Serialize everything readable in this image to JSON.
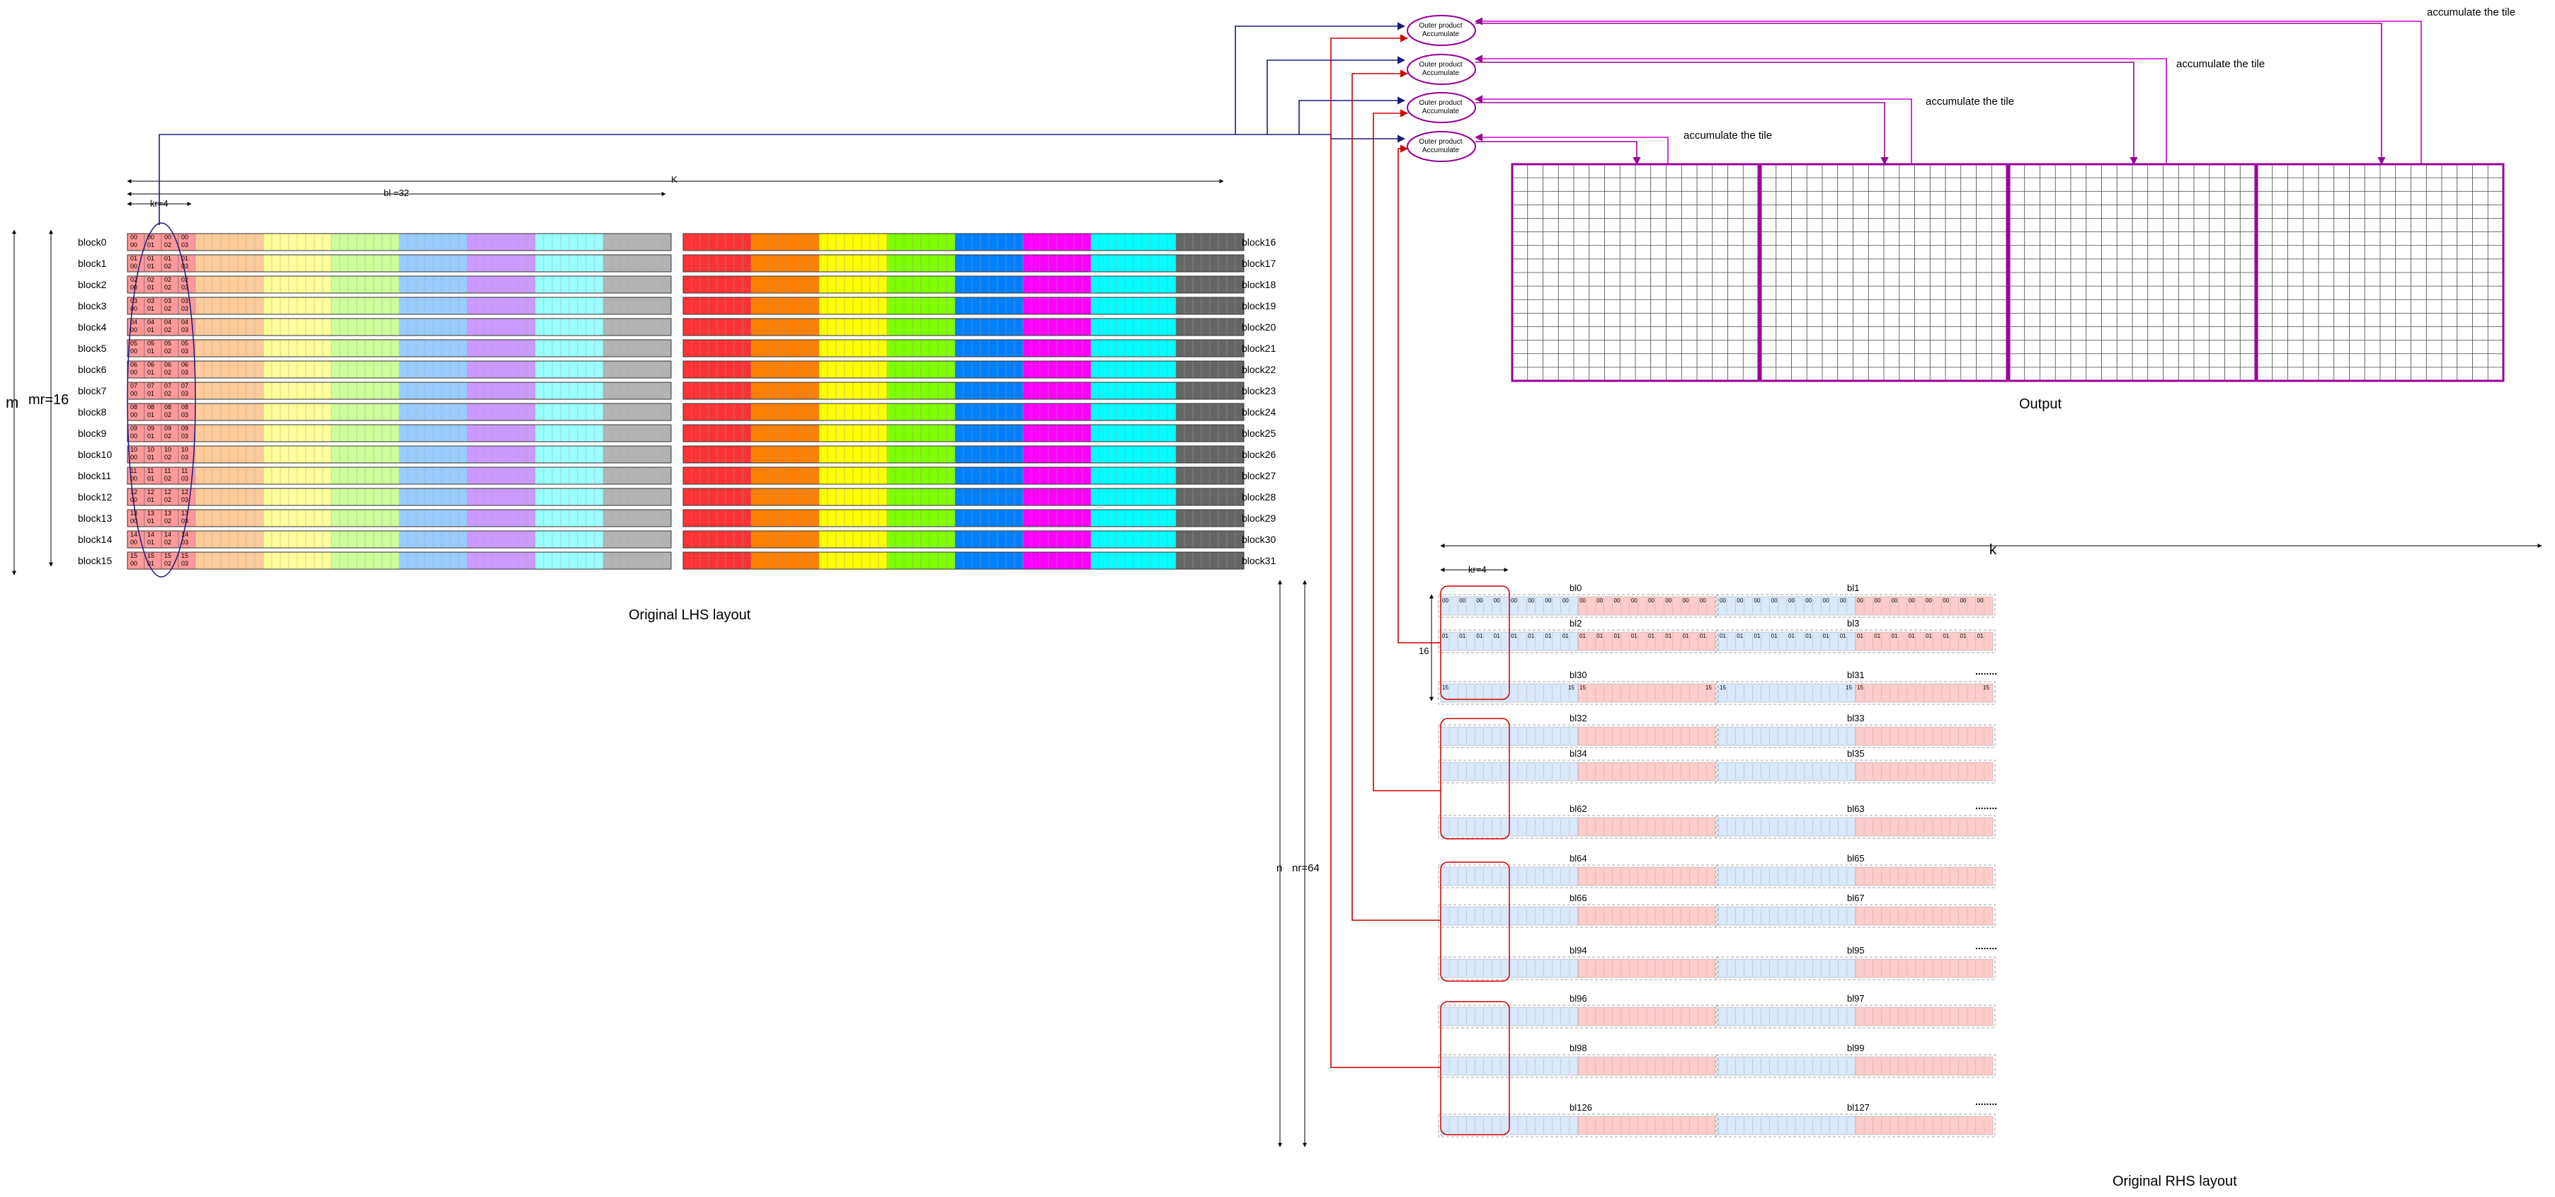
{
  "lhs": {
    "caption": "Original LHS layout",
    "m_label": "m",
    "mr_label": "mr=16",
    "k_label": "K",
    "bl_label": "bl =32",
    "kr_label": "kr=4",
    "left_blocks": [
      "block0",
      "block1",
      "block2",
      "block3",
      "block4",
      "block5",
      "block6",
      "block7",
      "block8",
      "block9",
      "block10",
      "block11",
      "block12",
      "block13",
      "block14",
      "block15"
    ],
    "right_blocks": [
      "block16",
      "block17",
      "block18",
      "block19",
      "block20",
      "block21",
      "block22",
      "block23",
      "block24",
      "block25",
      "block26",
      "block27",
      "block28",
      "block29",
      "block30",
      "block31"
    ],
    "row_top_cells": [
      [
        "00",
        "00",
        "00",
        "00"
      ],
      [
        "01",
        "01",
        "01",
        "01"
      ],
      [
        "02",
        "02",
        "02",
        "02"
      ],
      [
        "03",
        "03",
        "03",
        "03"
      ],
      [
        "04",
        "04",
        "04",
        "04"
      ],
      [
        "05",
        "05",
        "05",
        "05"
      ],
      [
        "06",
        "06",
        "06",
        "06"
      ],
      [
        "07",
        "07",
        "07",
        "07"
      ],
      [
        "08",
        "08",
        "08",
        "08"
      ],
      [
        "09",
        "09",
        "09",
        "09"
      ],
      [
        "10",
        "10",
        "10",
        "10"
      ],
      [
        "11",
        "11",
        "11",
        "11"
      ],
      [
        "12",
        "12",
        "12",
        "12"
      ],
      [
        "13",
        "13",
        "13",
        "13"
      ],
      [
        "14",
        "14",
        "14",
        "14"
      ],
      [
        "15",
        "15",
        "15",
        "15"
      ]
    ],
    "row_bottom_cells": [
      "00",
      "01",
      "02",
      "03"
    ],
    "left_group_colors": [
      "#ffcc99",
      "#ffff99",
      "#ccff99",
      "#99ccff",
      "#cc99ff",
      "#99ffff",
      "#b3b3b3"
    ],
    "right_group_colors": [
      "#ff3333",
      "#ff8000",
      "#ffff00",
      "#80ff00",
      "#0080ff",
      "#ff00ff",
      "#00ffff",
      "#666666"
    ],
    "first_chunk_color": "#ff9999"
  },
  "output": {
    "caption": "Output",
    "accumulate_labels": [
      "accumulate the tile",
      "accumulate the tile",
      "accumulate the tile",
      "accumulate the tile"
    ],
    "tile_border_color": "#990099"
  },
  "accumulators": [
    {
      "line1": "Outer product",
      "line2": "Accumulate"
    },
    {
      "line1": "Outer product",
      "line2": "Accumulate"
    },
    {
      "line1": "Outer product",
      "line2": "Accumulate"
    },
    {
      "line1": "Outer product",
      "line2": "Accumulate"
    }
  ],
  "rhs": {
    "caption": "Original RHS layout",
    "k_label": "k",
    "kr_label": "kr=4",
    "sixteen_label": "16",
    "n_label": "n",
    "nr_label": "nr=64",
    "ellipsis": "........",
    "pair_labels": [
      [
        "bl0",
        "bl1"
      ],
      [
        "bl2",
        "bl3"
      ],
      [
        "bl30",
        "bl31"
      ],
      [
        "bl32",
        "bl33"
      ],
      [
        "bl34",
        "bl35"
      ],
      [
        "bl62",
        "bl63"
      ],
      [
        "bl64",
        "bl65"
      ],
      [
        "bl66",
        "bl67"
      ],
      [
        "bl94",
        "bl95"
      ],
      [
        "bl96",
        "bl97"
      ],
      [
        "bl98",
        "bl99"
      ],
      [
        "bl126",
        "bl127"
      ]
    ],
    "row0_top": "00",
    "row1_top": "01",
    "row15_top": "15",
    "index_first": "00",
    "blue_fill": "#dae8fc",
    "pink_fill": "#ffcccc"
  },
  "colors": {
    "blue_arrow": "#1a1a80",
    "red_arrow": "#cc0000",
    "purple_arrow": "#990099",
    "magenta_arrow": "#cc00cc"
  }
}
